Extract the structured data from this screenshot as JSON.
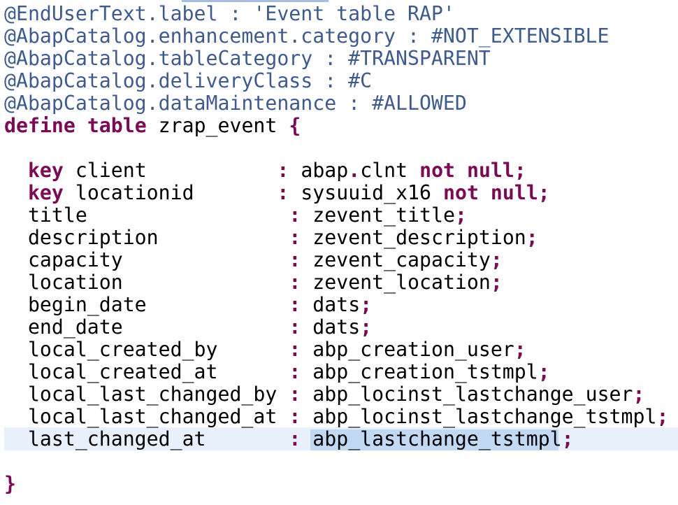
{
  "code": {
    "annotations": [
      "@EndUserText.label : 'Event table RAP'",
      "@AbapCatalog.enhancement.category : #NOT_EXTENSIBLE",
      "@AbapCatalog.tableCategory : #TRANSPARENT",
      "@AbapCatalog.deliveryClass : #C",
      "@AbapCatalog.dataMaintenance : #ALLOWED"
    ],
    "define": {
      "kw1": "define",
      "kw2": "table",
      "name": "zrap_event",
      "open_brace": "{"
    },
    "fields": [
      {
        "key": "key",
        "name": "client",
        "colon": ":",
        "type_a": "abap",
        "dot": ".",
        "type_b": "clnt",
        "not": "not",
        "null": "null",
        "semi": ";"
      },
      {
        "key": "key",
        "name": "locationid",
        "colon": ":",
        "type": "sysuuid_x16",
        "not": "not",
        "null": "null",
        "semi": ";"
      },
      {
        "name": "title",
        "colon": ":",
        "type": "zevent_title",
        "semi": ";"
      },
      {
        "name": "description",
        "colon": ":",
        "type": "zevent_description",
        "semi": ";"
      },
      {
        "name": "capacity",
        "colon": ":",
        "type": "zevent_capacity",
        "semi": ";"
      },
      {
        "name": "location",
        "colon": ":",
        "type": "zevent_location",
        "semi": ";"
      },
      {
        "name": "begin_date",
        "colon": ":",
        "type": "dats",
        "semi": ";"
      },
      {
        "name": "end_date",
        "colon": ":",
        "type": "dats",
        "semi": ";"
      },
      {
        "name": "local_created_by",
        "colon": ":",
        "type": "abp_creation_user",
        "semi": ";"
      },
      {
        "name": "local_created_at",
        "colon": ":",
        "type": "abp_creation_tstmpl",
        "semi": ";"
      },
      {
        "name": "local_last_changed_by",
        "colon": ":",
        "type": "abp_locinst_lastchange_user",
        "semi": ";"
      },
      {
        "name": "local_last_changed_at",
        "colon": ":",
        "type": "abp_locinst_lastchange_tstmpl",
        "semi": ";"
      },
      {
        "name": "last_changed_at",
        "colon": ":",
        "type": "abp_lastchange_tstmpl",
        "semi": ";"
      }
    ],
    "close_brace": "}"
  },
  "colors": {
    "annotation": "#3f5b8e",
    "keyword": "#7b0a55",
    "current_line": "#e8f0fc",
    "selection": "#c2d9f4"
  }
}
